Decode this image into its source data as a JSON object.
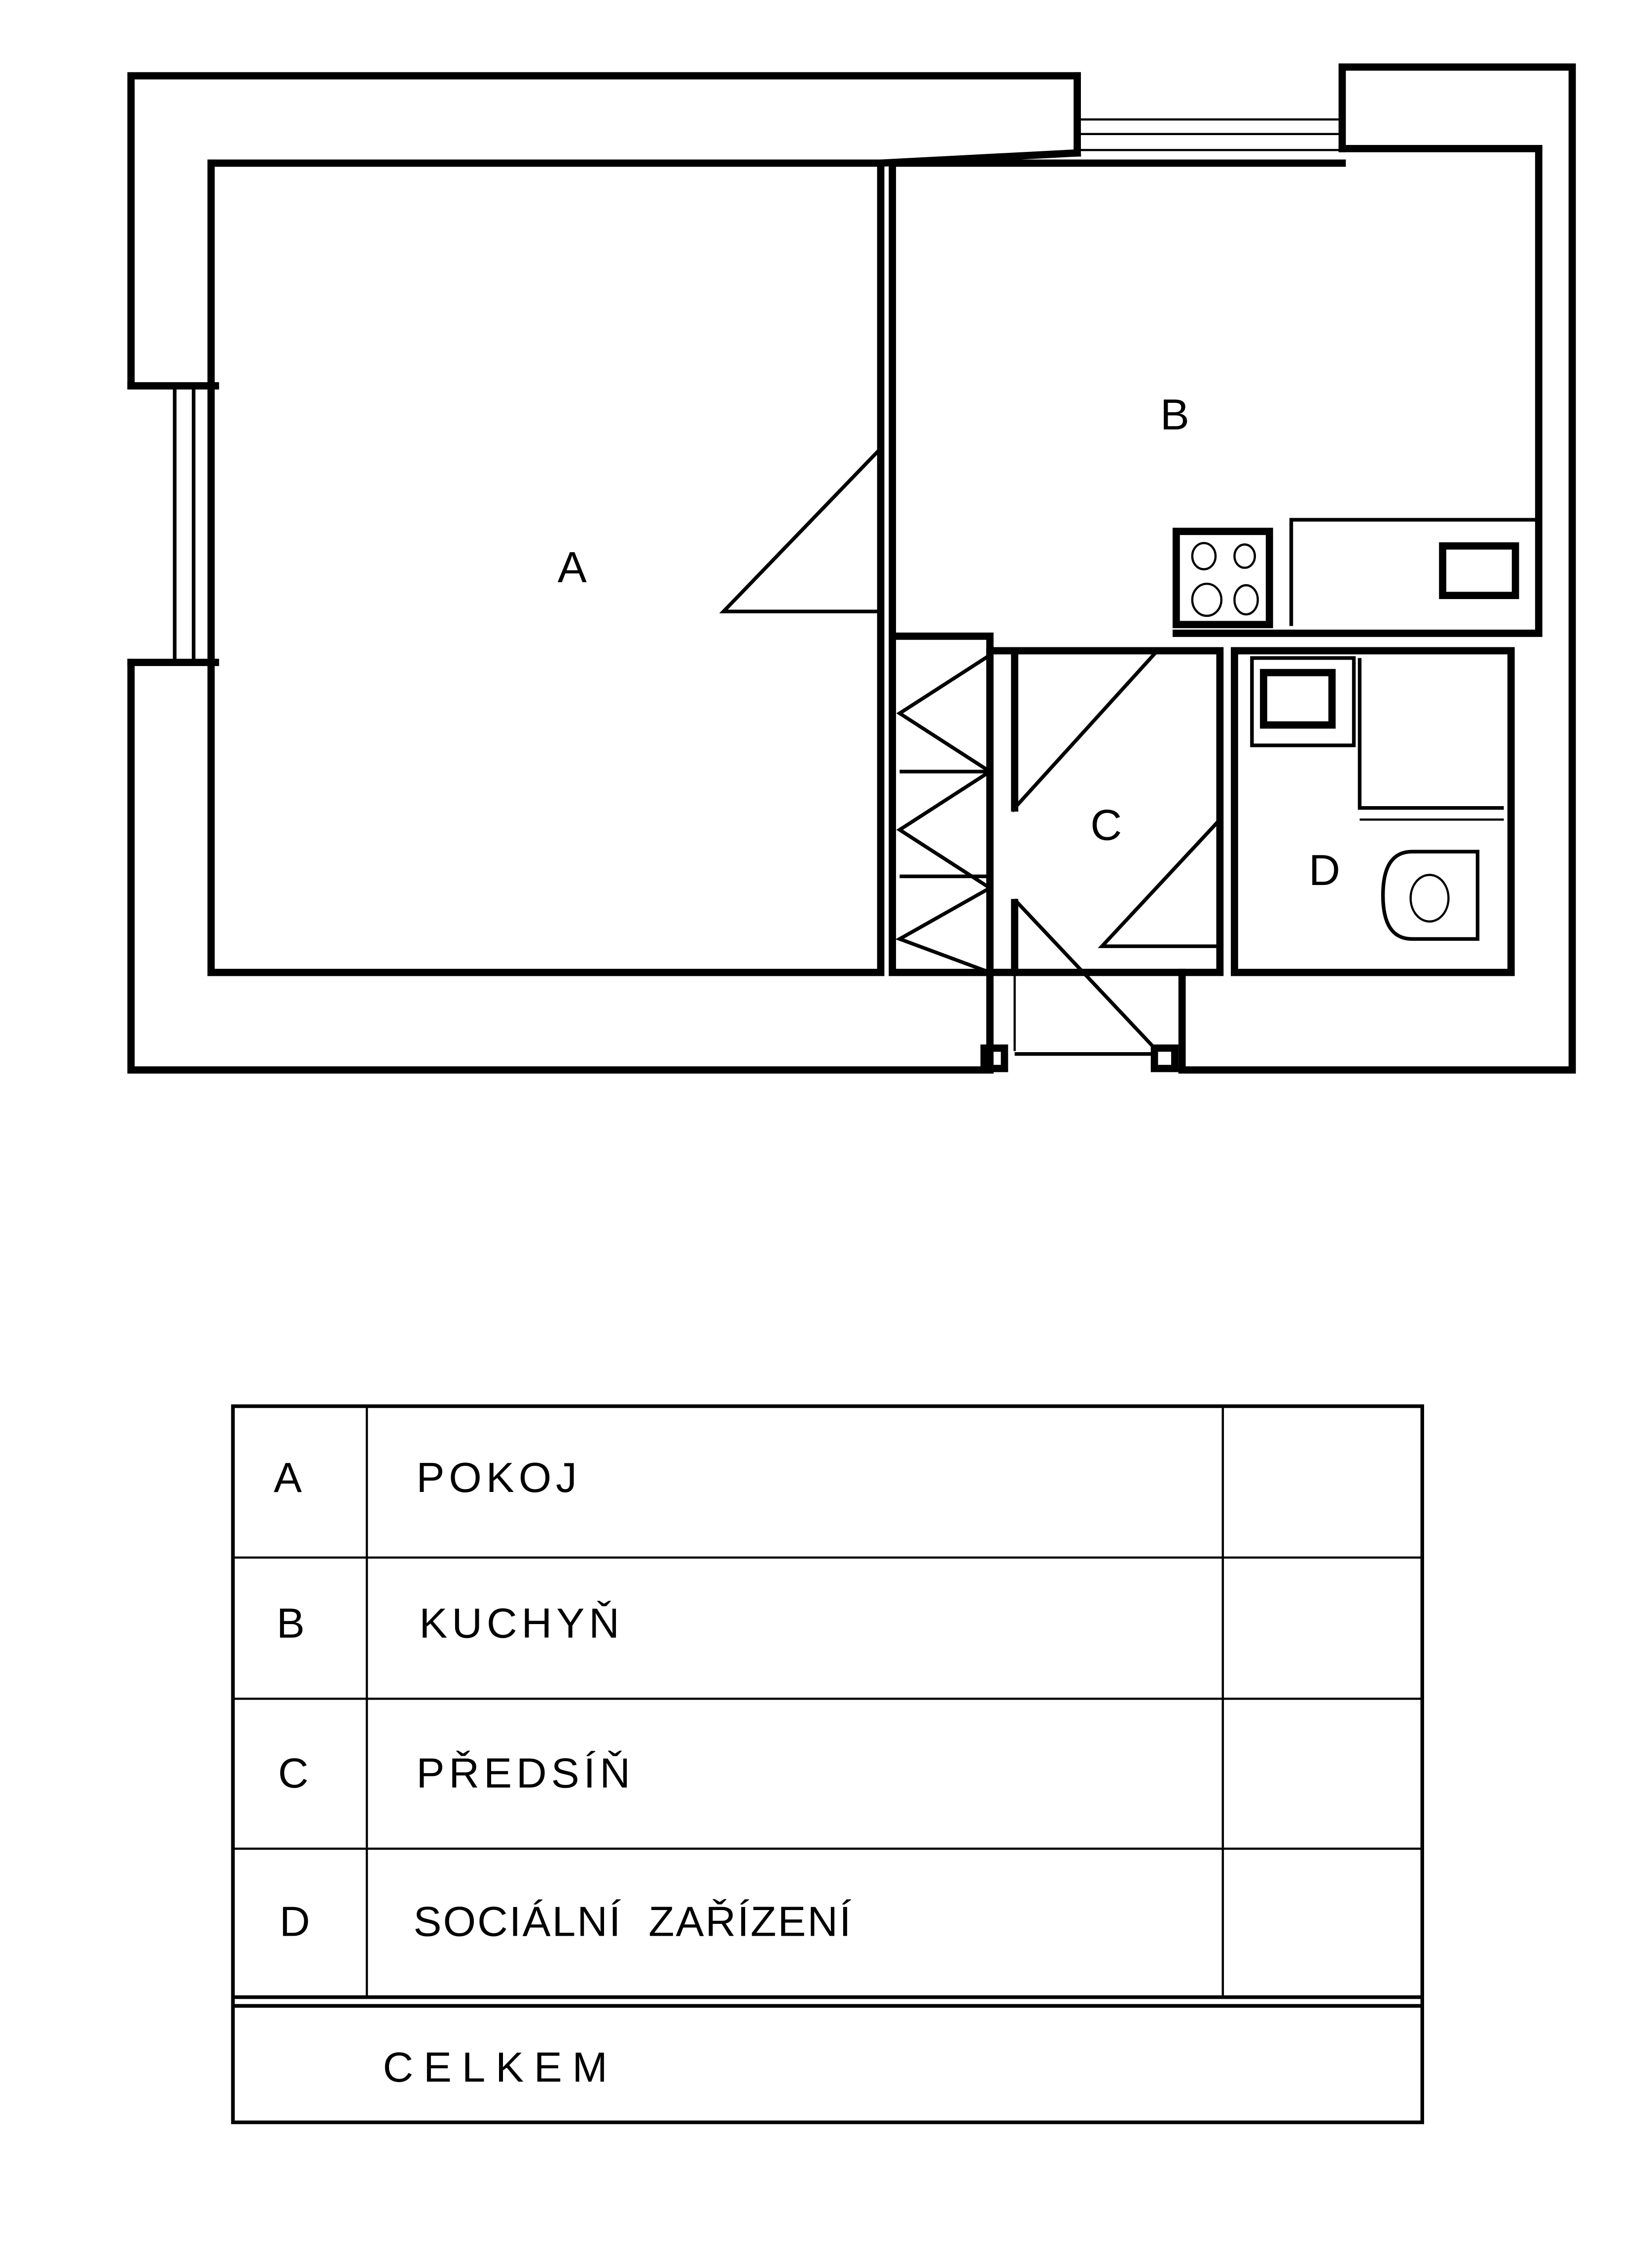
{
  "plan": {
    "rooms": {
      "a": "A",
      "b": "B",
      "c": "C",
      "d": "D"
    }
  },
  "legend_table": {
    "rows": [
      {
        "code": "A",
        "name": "POKOJ",
        "area": ""
      },
      {
        "code": "B",
        "name": "KUCHYŇ",
        "area": ""
      },
      {
        "code": "C",
        "name": "PŘEDSÍŇ",
        "area": ""
      },
      {
        "code": "D",
        "name": "SOCIÁLNÍ  ZAŘÍZENÍ",
        "area": ""
      }
    ],
    "total_label": "CELKEM",
    "total_value": ""
  }
}
